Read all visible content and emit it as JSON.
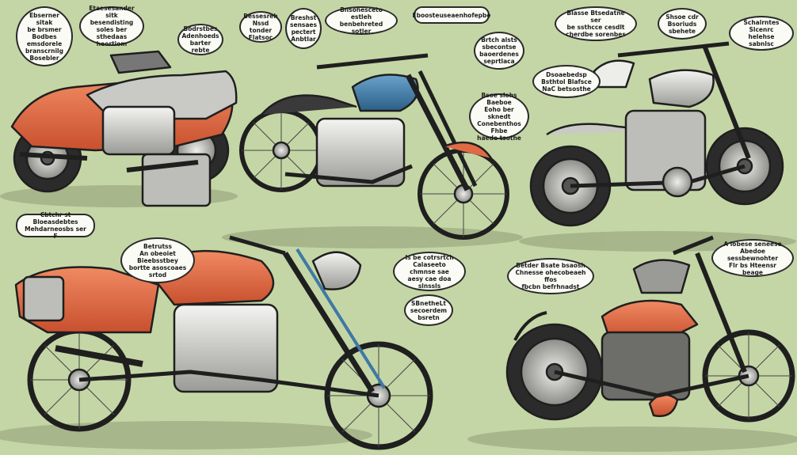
{
  "palette": {
    "background": "#c5d6a6",
    "orange": "#e06a44",
    "blue": "#3f78a3",
    "chrome": "#d9d9d6",
    "outline": "#1f1f1f"
  },
  "bubbles": {
    "b1": "Ebserner sitak\nbe brsmer\nBodbes emsdorele\nbranscrnilg\nBosebler",
    "b2": "Etaesesander sitk\nbesendisting\nsoles ber sthedaas\nheortiom",
    "b3": "Bodrstbes\nAdenhoeds\nbarter rebte",
    "b4": "Bessesreh\nNssd tonder\nFlatsoc",
    "b5": "Breshst\nsensaes\npectert\nAnbtlar",
    "b6": "Bnsohesceto estleh\nbenbehreted sotler",
    "b7": "Eboosteuseaenhofepbe",
    "b8": "Brtch alsts\nsbecontse\nbaoerdenes\nseprtlaca",
    "b9": "Blasse Btsedatne ser\nbe ssthcce cesdlt\ncherdbe sorenbes",
    "b10": "Shsoe cdr\nBsoriuds\nsbehete",
    "b11": "Schalrntes\nSlcenrc helehse\nsabnlsc",
    "b12": "Dsoaebedsp\nBsthtol Blafsce\nNaC betsosthe",
    "b13": "Bsoe slohs Baeboe\nEoho ber sknedt\nConebenthos Fhbe\nhaede tsothe",
    "b14": "Cbtchr st Bloeasdebtes\nMehdarneosbs ser F",
    "b15": "Betrutss\nAn obeoiet Bieebsstbey\nbortte asoscoaes\nsrtod",
    "b16": "Is be cotrsrtch\nCalaseeto chmnse sae\naesy cae doa slnssls",
    "b17": "SBnetheLt\nsecoerdem\nbsretn",
    "b18": "Betder Bsate bsaosh\nChnesse ohecobeaeh ffos\nfbcbn befrhnadst",
    "b19": "A  lobese seneese\nAbedoe sessbewnohter\nFlr bs Hteensr beage"
  }
}
